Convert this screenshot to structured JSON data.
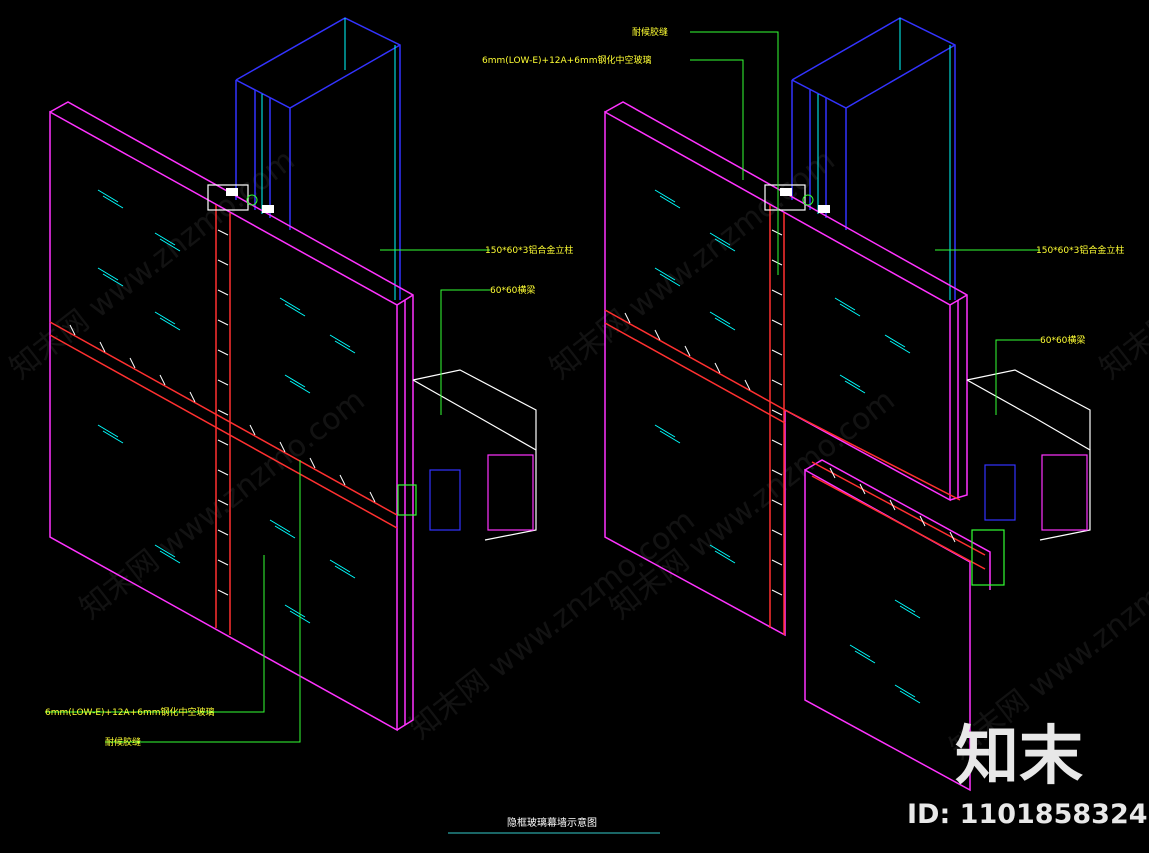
{
  "left_view": {
    "label_column": "150*60*3铝合金立柱",
    "label_beam": "60*60横梁",
    "label_glass": "6mm(LOW-E)+12A+6mm钢化中空玻璃",
    "label_sealant": "耐候胶缝"
  },
  "right_view": {
    "label_sealant": "耐候胶缝",
    "label_glass": "6mm(LOW-E)+12A+6mm钢化中空玻璃",
    "label_column": "150*60*3铝合金立柱",
    "label_beam": "60*60横梁"
  },
  "title": "隐框玻璃幕墙示意图",
  "watermark": {
    "text": "知末网 www.znzmo.com",
    "brand": "知末",
    "id_text": "ID: 1101858324"
  },
  "colors": {
    "panel": "#ff33ff",
    "column": "#3333ff",
    "column_inner": "#00ffff",
    "sealant": "#ff3030",
    "leader": "#33ff33",
    "label": "#ffff33",
    "beam": "#ffffff"
  }
}
